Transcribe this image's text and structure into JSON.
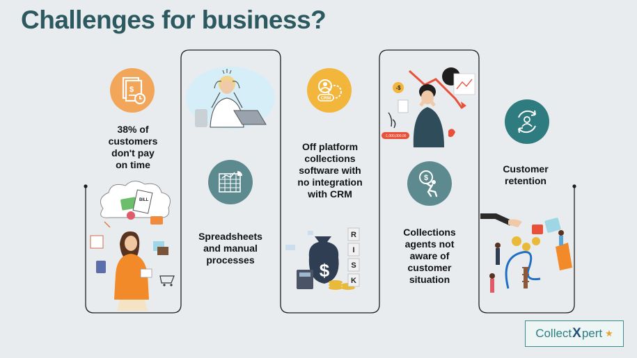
{
  "title": "Challenges for business?",
  "challenges": [
    {
      "label": "38% of customers don't pay on time",
      "lines": [
        "38% of",
        "customers",
        "don't pay",
        "on time"
      ],
      "icon": "invoice-clock-icon"
    },
    {
      "label": "Spreadsheets and manual processes",
      "lines": [
        "Spreadsheets",
        "and manual",
        "processes"
      ],
      "icon": "spreadsheet-icon"
    },
    {
      "label": "Off platform collections software with no integration with CRM",
      "lines": [
        "Off platform",
        "collections",
        "software with",
        "no integration",
        "with CRM"
      ],
      "icon": "crm-gear-icon"
    },
    {
      "label": "Collections agents not aware of customer situation",
      "lines": [
        "Collections",
        "agents not",
        "aware of",
        "customer",
        "situation"
      ],
      "icon": "burdened-person-icon"
    },
    {
      "label": "Customer retention",
      "lines": [
        "Customer",
        "retention"
      ],
      "icon": "user-cycle-icon"
    }
  ],
  "illustrations": {
    "bill_label": "BILL",
    "risk_letters": [
      "R",
      "I",
      "S",
      "K"
    ],
    "minus_dollar": "-$",
    "loss_tag": "-1,000,000.00"
  },
  "logo": {
    "part1": "Collect",
    "part2": "X",
    "part3": "pert"
  },
  "colors": {
    "title": "#2c5960",
    "orange": "#f2a65a",
    "teal": "#2e7b80",
    "grey_teal": "#5d8a8f",
    "background": "#e8ecef"
  }
}
